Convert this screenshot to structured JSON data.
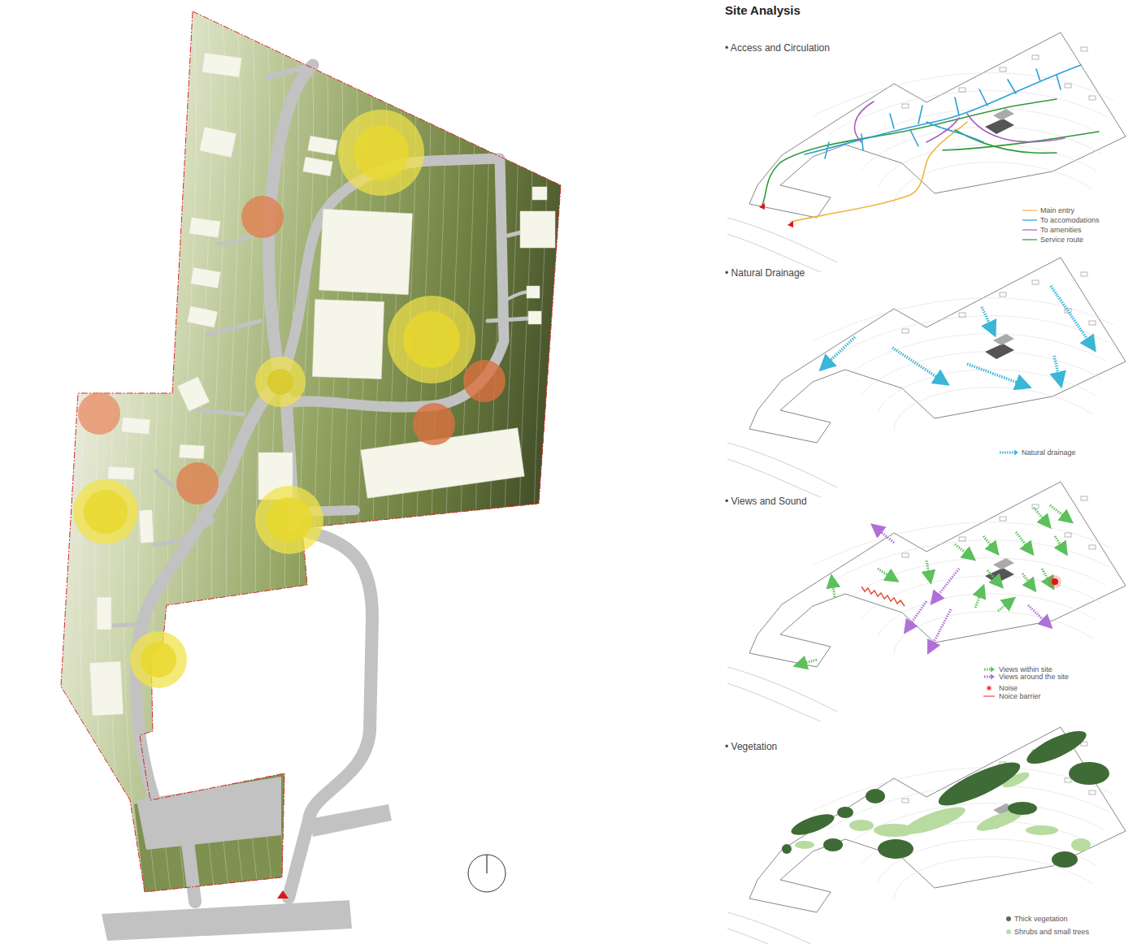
{
  "diagram": {
    "title": "Site Analysis",
    "labels": [
      "• Access and Circulation",
      "• Natural Drainage",
      "• Views and Sound",
      "• Vegetation"
    ],
    "legend": [
      {
        "text": "Main entry"
      },
      {
        "text": "To accomodations"
      },
      {
        "text": "To amenities"
      },
      {
        "text": "Service route"
      },
      {
        "text": "Natural drainage"
      },
      {
        "text": "Views within site"
      },
      {
        "text": "Views around the site"
      },
      {
        "text": "Noise"
      },
      {
        "text": "Noice barrier"
      },
      {
        "text": "Thick vegetation",
        "color": "#5a6b55"
      },
      {
        "text": "Shrubs and small trees",
        "color": "#b5dfa6"
      }
    ]
  }
}
